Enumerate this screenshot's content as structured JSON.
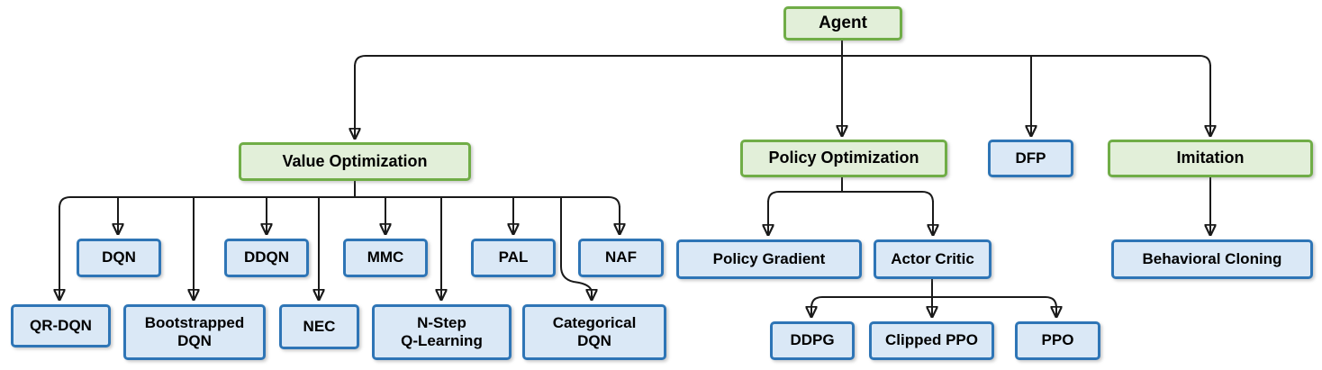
{
  "diagram": {
    "type": "tree",
    "root": "agent",
    "colors": {
      "green_fill": "#e2efd9",
      "green_border": "#70ad47",
      "blue_fill": "#dae8f6",
      "blue_border": "#2e75b6",
      "line": "#1a1a1a",
      "text": "#000000",
      "background": "#ffffff"
    },
    "nodes": {
      "agent": {
        "label": "Agent",
        "kind": "green"
      },
      "value_optimization": {
        "label": "Value Optimization",
        "kind": "green"
      },
      "policy_optimization": {
        "label": "Policy Optimization",
        "kind": "green"
      },
      "dfp": {
        "label": "DFP",
        "kind": "blue"
      },
      "imitation": {
        "label": "Imitation",
        "kind": "green"
      },
      "dqn": {
        "label": "DQN",
        "kind": "blue"
      },
      "ddqn": {
        "label": "DDQN",
        "kind": "blue"
      },
      "mmc": {
        "label": "MMC",
        "kind": "blue"
      },
      "pal": {
        "label": "PAL",
        "kind": "blue"
      },
      "naf": {
        "label": "NAF",
        "kind": "blue"
      },
      "qr_dqn": {
        "label": "QR-DQN",
        "kind": "blue"
      },
      "bootstrapped_dqn": {
        "label": "Bootstrapped\nDQN",
        "kind": "blue"
      },
      "nec": {
        "label": "NEC",
        "kind": "blue"
      },
      "n_step_q_learning": {
        "label": "N-Step\nQ-Learning",
        "kind": "blue"
      },
      "categorical_dqn": {
        "label": "Categorical\nDQN",
        "kind": "blue"
      },
      "policy_gradient": {
        "label": "Policy Gradient",
        "kind": "blue"
      },
      "actor_critic": {
        "label": "Actor Critic",
        "kind": "blue"
      },
      "behavioral_cloning": {
        "label": "Behavioral Cloning",
        "kind": "blue"
      },
      "ddpg": {
        "label": "DDPG",
        "kind": "blue"
      },
      "clipped_ppo": {
        "label": "Clipped PPO",
        "kind": "blue"
      },
      "ppo": {
        "label": "PPO",
        "kind": "blue"
      }
    },
    "edges": [
      {
        "from": "agent",
        "to": "value_optimization"
      },
      {
        "from": "agent",
        "to": "policy_optimization"
      },
      {
        "from": "agent",
        "to": "dfp"
      },
      {
        "from": "agent",
        "to": "imitation"
      },
      {
        "from": "value_optimization",
        "to": "qr_dqn"
      },
      {
        "from": "value_optimization",
        "to": "dqn"
      },
      {
        "from": "value_optimization",
        "to": "bootstrapped_dqn"
      },
      {
        "from": "value_optimization",
        "to": "ddqn"
      },
      {
        "from": "value_optimization",
        "to": "nec"
      },
      {
        "from": "value_optimization",
        "to": "mmc"
      },
      {
        "from": "value_optimization",
        "to": "n_step_q_learning"
      },
      {
        "from": "value_optimization",
        "to": "pal"
      },
      {
        "from": "value_optimization",
        "to": "categorical_dqn"
      },
      {
        "from": "value_optimization",
        "to": "naf"
      },
      {
        "from": "policy_optimization",
        "to": "policy_gradient"
      },
      {
        "from": "policy_optimization",
        "to": "actor_critic"
      },
      {
        "from": "actor_critic",
        "to": "ddpg"
      },
      {
        "from": "actor_critic",
        "to": "clipped_ppo"
      },
      {
        "from": "actor_critic",
        "to": "ppo"
      },
      {
        "from": "imitation",
        "to": "behavioral_cloning"
      }
    ]
  }
}
